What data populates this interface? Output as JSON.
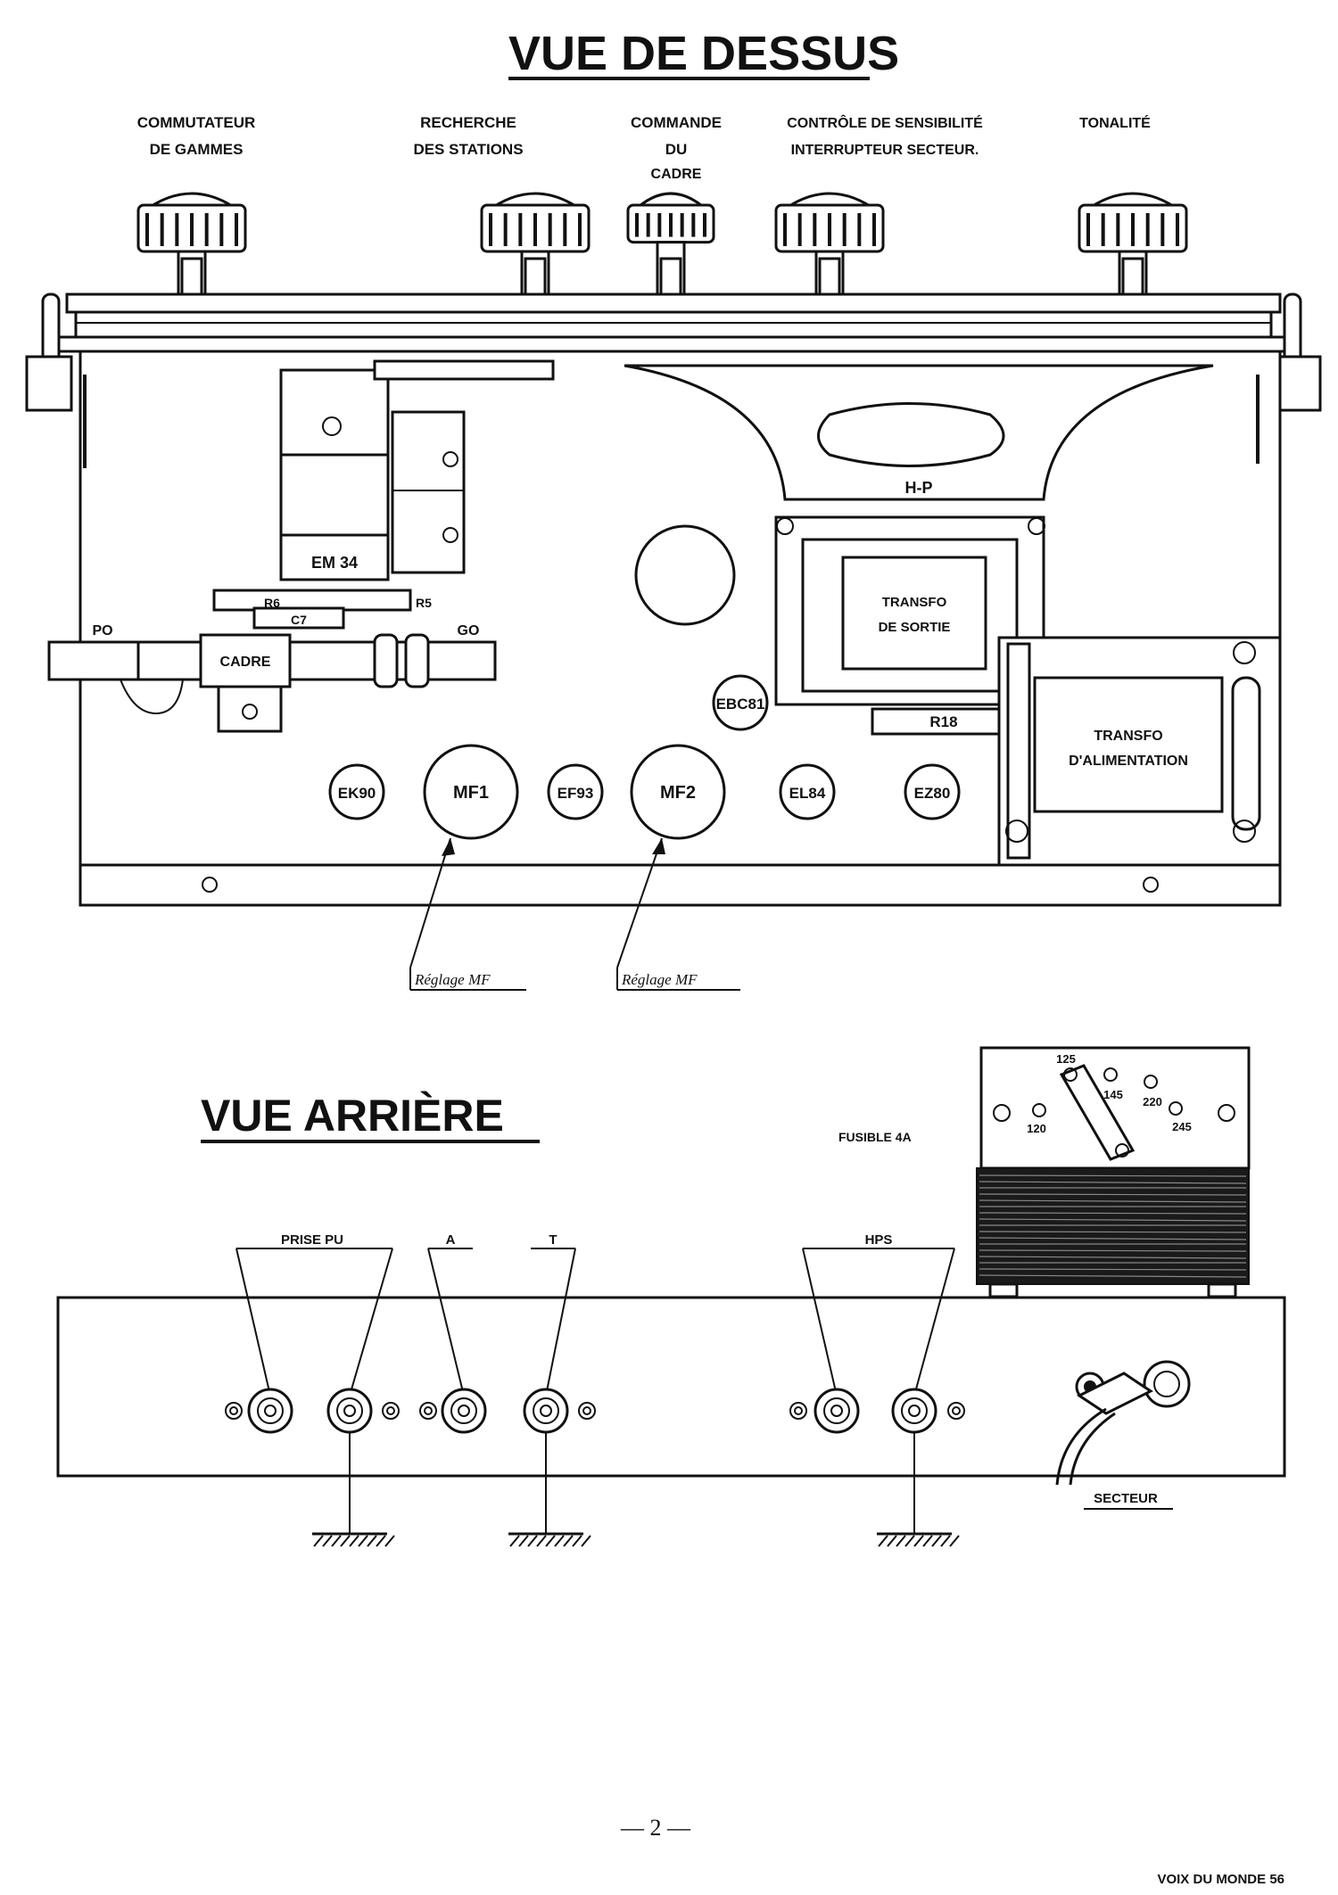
{
  "titles": {
    "top_view": "VUE DE DESSUS",
    "rear_view": "VUE ARRIÈRE"
  },
  "knob_labels": [
    {
      "line1": "COMMUTATEUR",
      "line2": "DE GAMMES",
      "line3": ""
    },
    {
      "line1": "RECHERCHE",
      "line2": "DES STATIONS",
      "line3": ""
    },
    {
      "line1": "COMMANDE",
      "line2": "DU",
      "line3": "CADRE"
    },
    {
      "line1": "CONTRÔLE DE SENSIBILITÉ",
      "line2": "INTERRUPTEUR SECTEUR.",
      "line3": ""
    },
    {
      "line1": "TONALITÉ",
      "line2": "",
      "line3": ""
    }
  ],
  "components": {
    "em34": "EM 34",
    "hp": "H-P",
    "r6": "R6",
    "r5": "R5",
    "c7": "C7",
    "po": "PO",
    "go": "GO",
    "cadre": "CADRE",
    "transfo_sortie_1": "TRANSFO",
    "transfo_sortie_2": "DE SORTIE",
    "transfo_alim_1": "TRANSFO",
    "transfo_alim_2": "D'ALIMENTATION",
    "r18": "R18"
  },
  "tubes": [
    "EBC81",
    "EK90",
    "MF1",
    "EF93",
    "MF2",
    "EL84",
    "EZ80"
  ],
  "annotations": {
    "reglage_1": "Réglage MF",
    "reglage_2": "Réglage MF"
  },
  "rear": {
    "fusible": "FUSIBLE 4A",
    "prise_pu": "PRISE PU",
    "a": "A",
    "t": "T",
    "hps": "HPS",
    "secteur": "SECTEUR",
    "voltages": [
      "125",
      "145",
      "120",
      "220",
      "245"
    ]
  },
  "footer": {
    "page": "— 2 —",
    "model": "VOIX DU MONDE 56"
  }
}
